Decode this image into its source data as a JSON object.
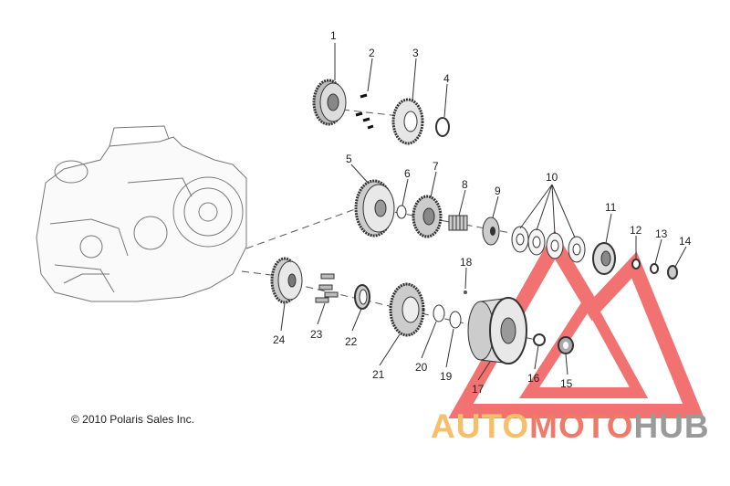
{
  "copyright": "© 2010 Polaris Sales Inc.",
  "watermark": {
    "auto": "AUTO",
    "moto": "MOTO",
    "hub": "HUB",
    "colors": {
      "auto": "#f7bf6b",
      "moto": "#f07a6a",
      "hub": "#9a9a9a",
      "logo": "#f05a5a"
    }
  },
  "callouts": [
    "1",
    "2",
    "3",
    "4",
    "5",
    "6",
    "7",
    "8",
    "9",
    "10",
    "11",
    "12",
    "13",
    "14",
    "15",
    "16",
    "17",
    "18",
    "19",
    "20",
    "21",
    "22",
    "23",
    "24"
  ]
}
